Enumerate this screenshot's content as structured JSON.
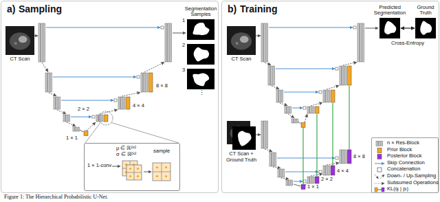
{
  "diagram": {
    "caption": "Figure 1: The Hierarchical Probabilistic U-Net.",
    "nodes": [
      {
        "text": [
          "a)",
          "Sampling"
        ]
      },
      {
        "text": [
          "CT Scan"
        ],
        "in": 0
      },
      {
        "text": [
          "Segmentation Samples"
        ],
        "in": 0
      },
      {
        "text": [
          "1 × 1-conv",
          "μ ∈ ℝ²ˣ²",
          "σ ∈ ℝ²ˣ²",
          "sample"
        ],
        "in": 0
      },
      {
        "text": [
          "b)",
          "Training"
        ]
      },
      {
        "text": [
          "CT Scan"
        ],
        "in": 4
      },
      {
        "text": [
          "CT Scan + Ground Truth"
        ],
        "in": 4
      },
      {
        "text": [
          "Predicted Segmentation"
        ],
        "in": 4
      },
      {
        "text": [
          "Ground Truth"
        ],
        "in": 4
      }
    ],
    "edges": [
      {
        "from": 7,
        "to": 8,
        "arrow": "both",
        "label": "Cross-Entropy"
      }
    ],
    "labels": [
      "1",
      "2",
      "3",
      "⋮",
      "8 × 8",
      "4 × 4",
      "2 × 2",
      "1 × 1",
      "8 × 8",
      "4 × 4",
      "2 × 2",
      "1 × 1"
    ],
    "legend": [
      {
        "text": "n × Res-Block",
        "color": "#cfcfcf"
      },
      {
        "text": "Prior Block",
        "color": "#f5a623"
      },
      {
        "text": "Posterior Block",
        "color": "#9b30d9"
      },
      {
        "text": "Skip Connection"
      },
      {
        "text": "Concatenation"
      },
      {
        "text": "Down- / Up-Sampling"
      },
      {
        "text": "Subsumed Operations"
      },
      {
        "text": "KL(qᵢ | pᵢ)"
      }
    ]
  }
}
